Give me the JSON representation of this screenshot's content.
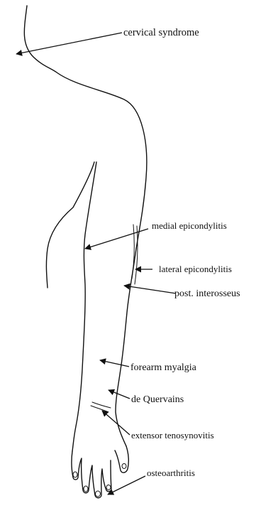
{
  "diagram": {
    "labels": {
      "cervical_syndrome": "cervical syndrome",
      "medial_epicondylitis": "medial   epicondylitis",
      "lateral_epicondylitis": "lateral  epicondylitis",
      "post_interosseus": "post. interosseus",
      "forearm_myalgia": "forearm myalgia",
      "de_quervains": "de Quervains",
      "extensor_tenosynovitis": "extensor   tenosynovitis",
      "osteoarthritis": "osteoarthritis"
    }
  }
}
